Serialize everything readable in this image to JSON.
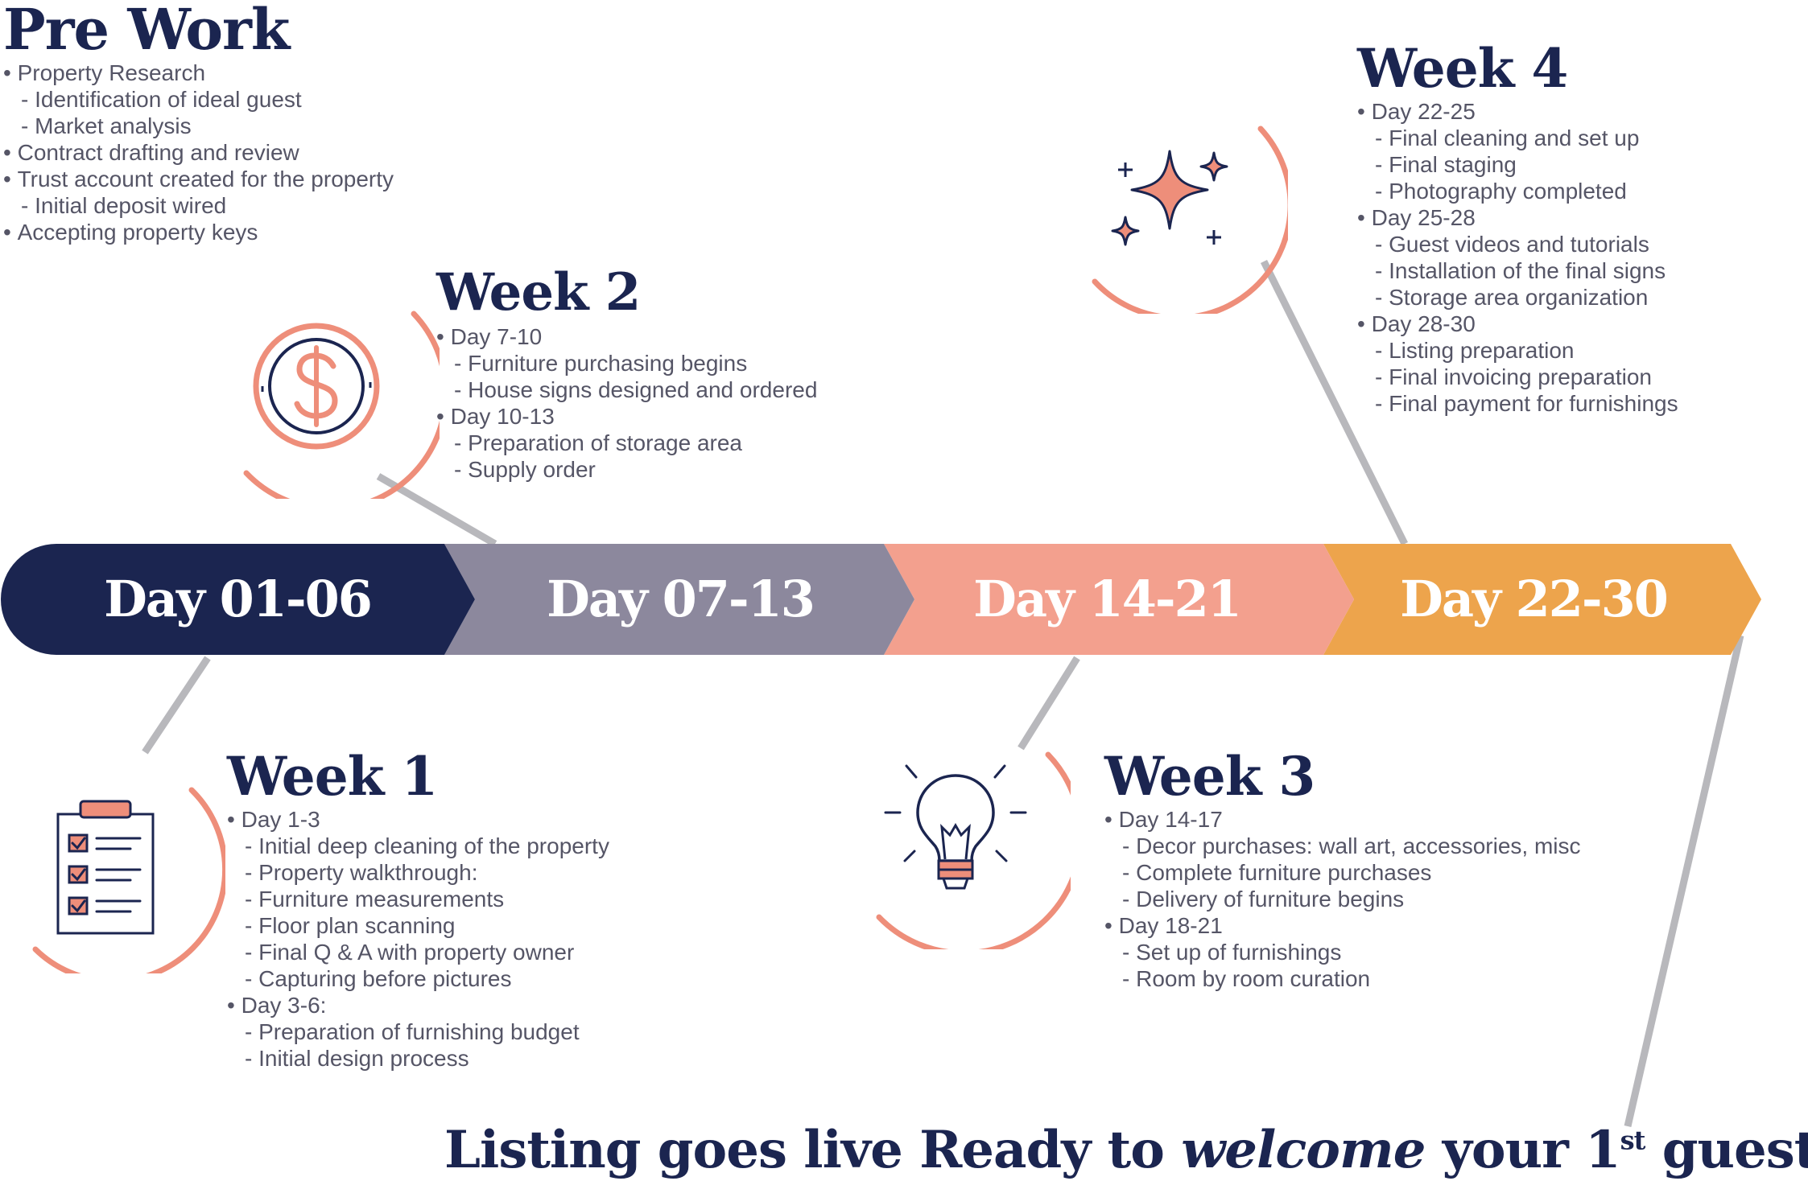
{
  "colors": {
    "navy": "#1b2550",
    "slate": "#8c889d",
    "salmon": "#f3a08e",
    "orange": "#eda44c",
    "coral": "#ee8e7a",
    "connector": "#b8b8bc"
  },
  "prework": {
    "title": "Pre Work",
    "items": [
      {
        "kind": "bullet",
        "text": "Property Research"
      },
      {
        "kind": "dash",
        "text": "Identification of ideal guest"
      },
      {
        "kind": "dash",
        "text": "Market analysis"
      },
      {
        "kind": "bullet",
        "text": "Contract drafting and review"
      },
      {
        "kind": "bullet",
        "text": "Trust account created for the property"
      },
      {
        "kind": "dash",
        "text": "Initial deposit wired"
      },
      {
        "kind": "bullet",
        "text": "Accepting property keys"
      }
    ]
  },
  "week1": {
    "title": "Week 1",
    "icon": "clipboard-checklist-icon",
    "items": [
      {
        "kind": "bullet",
        "text": "Day 1-3"
      },
      {
        "kind": "dash",
        "text": "Initial deep cleaning of the property"
      },
      {
        "kind": "dash",
        "text": "Property walkthrough:"
      },
      {
        "kind": "dash",
        "text": "Furniture measurements"
      },
      {
        "kind": "dash",
        "text": "Floor plan scanning"
      },
      {
        "kind": "dash",
        "text": "Final Q & A with property owner"
      },
      {
        "kind": "dash",
        "text": "Capturing before pictures"
      },
      {
        "kind": "bullet",
        "text": "Day 3-6:"
      },
      {
        "kind": "dash",
        "text": "Preparation of furnishing budget"
      },
      {
        "kind": "dash",
        "text": "Initial design process"
      }
    ]
  },
  "week2": {
    "title": "Week 2",
    "icon": "dollar-coin-icon",
    "items": [
      {
        "kind": "bullet",
        "text": "Day 7-10"
      },
      {
        "kind": "dash",
        "text": "Furniture purchasing begins"
      },
      {
        "kind": "dash",
        "text": "House signs designed and ordered"
      },
      {
        "kind": "bullet",
        "text": "Day 10-13"
      },
      {
        "kind": "dash",
        "text": "Preparation of storage area"
      },
      {
        "kind": "dash",
        "text": "Supply order"
      }
    ]
  },
  "week3": {
    "title": "Week 3",
    "icon": "lightbulb-icon",
    "items": [
      {
        "kind": "bullet",
        "text": "Day 14-17"
      },
      {
        "kind": "dash",
        "text": "Decor purchases: wall art, accessories, misc"
      },
      {
        "kind": "dash",
        "text": "Complete furniture purchases"
      },
      {
        "kind": "dash",
        "text": "Delivery of furniture begins"
      },
      {
        "kind": "bullet",
        "text": "Day 18-21"
      },
      {
        "kind": "dash",
        "text": "Set up of furnishings"
      },
      {
        "kind": "dash",
        "text": "Room by room curation"
      }
    ]
  },
  "week4": {
    "title": "Week 4",
    "icon": "sparkles-icon",
    "items": [
      {
        "kind": "bullet",
        "text": "Day 22-25"
      },
      {
        "kind": "dash",
        "text": "Final cleaning and set up"
      },
      {
        "kind": "dash",
        "text": "Final staging"
      },
      {
        "kind": "dash",
        "text": "Photography completed"
      },
      {
        "kind": "bullet",
        "text": "Day 25-28"
      },
      {
        "kind": "dash",
        "text": "Guest videos and tutorials"
      },
      {
        "kind": "dash",
        "text": "Installation of the final signs"
      },
      {
        "kind": "dash",
        "text": "Storage area organization"
      },
      {
        "kind": "bullet",
        "text": "Day 28-30"
      },
      {
        "kind": "dash",
        "text": "Listing preparation"
      },
      {
        "kind": "dash",
        "text": "Final invoicing preparation"
      },
      {
        "kind": "dash",
        "text": "Final payment for furnishings"
      }
    ]
  },
  "timeline": {
    "segments": [
      {
        "label": "Day 01-06"
      },
      {
        "label": "Day 07-13"
      },
      {
        "label": "Day 14-21"
      },
      {
        "label": "Day 22-30"
      }
    ]
  },
  "footer": {
    "part1": "Listing goes live Ready to ",
    "emphasis": "welcome",
    "part2": " your 1",
    "superscript": "st",
    "part3": " guest!"
  }
}
